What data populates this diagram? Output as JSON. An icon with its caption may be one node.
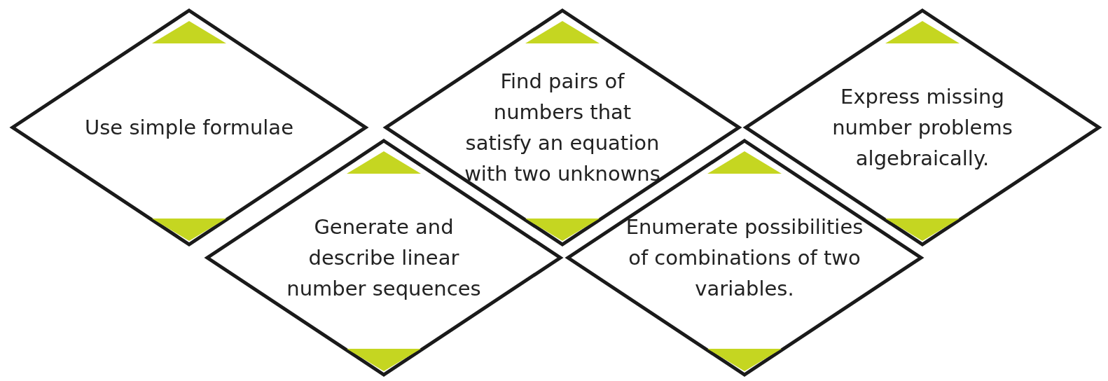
{
  "diagram": {
    "nodes": [
      {
        "text": [
          "Use simple formulae"
        ]
      },
      {
        "text": [
          "Find pairs of numbers that satisfy an equation with two unknowns"
        ]
      },
      {
        "text": [
          "Express missing number problems algebraically."
        ]
      },
      {
        "text": [
          "Generate and describe linear number sequences"
        ]
      },
      {
        "text": [
          "Enumerate possibilities of combinations of two variables."
        ]
      }
    ]
  }
}
